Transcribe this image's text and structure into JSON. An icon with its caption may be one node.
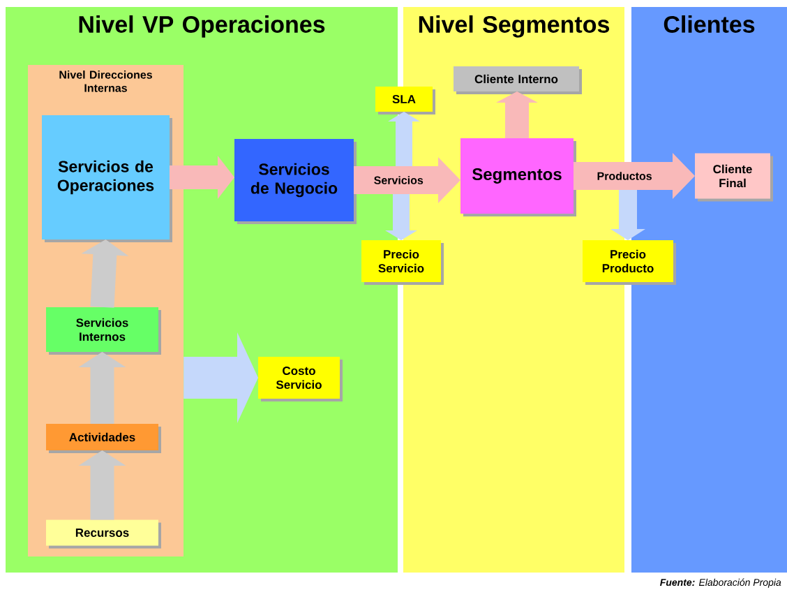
{
  "diagram": {
    "caption": "**Fuente:** Elaboración Propia",
    "nodes": [
      {
        "text": [
          "Nivel VP Operaciones"
        ]
      },
      {
        "text": [
          "Nivel Segmentos"
        ]
      },
      {
        "text": [
          "Clientes"
        ]
      },
      {
        "text": [
          "Nivel Direcciones Internas"
        ],
        "in": 0
      },
      {
        "text": [
          "Servicios de Operaciones"
        ],
        "in": 3
      },
      {
        "text": [
          "Servicios Internos"
        ],
        "in": 3
      },
      {
        "text": [
          "Actividades"
        ],
        "in": 3
      },
      {
        "text": [
          "Recursos"
        ],
        "in": 3
      },
      {
        "text": [
          "Servicios de Negocio"
        ],
        "in": 0
      },
      {
        "text": [
          "Costo Servicio"
        ],
        "in": 0
      },
      {
        "text": [
          "SLA"
        ]
      },
      {
        "text": [
          "Precio Servicio"
        ]
      },
      {
        "text": [
          "Cliente Interno"
        ],
        "in": 1
      },
      {
        "text": [
          "Segmentos"
        ],
        "in": 1
      },
      {
        "text": [
          "Cliente Final"
        ],
        "in": 2
      },
      {
        "text": [
          "Precio Producto"
        ]
      }
    ],
    "edges": [
      {
        "from": 4,
        "to": 8,
        "arrow": "to",
        "color": "#f9b9b9"
      },
      {
        "from": 8,
        "to": 13,
        "arrow": "to",
        "label": "Servicios",
        "color": "#f9b9b9"
      },
      {
        "from": 13,
        "to": 14,
        "arrow": "to",
        "label": "Productos",
        "color": "#f9b9b9"
      },
      {
        "from": 13,
        "to": 12,
        "arrow": "to",
        "color": "#f9b9b9"
      },
      {
        "from": 8,
        "to": 10,
        "arrow": "to",
        "color": "#c5d8fb"
      },
      {
        "from": 8,
        "to": 11,
        "arrow": "to",
        "color": "#c5d8fb"
      },
      {
        "from": 13,
        "to": 15,
        "arrow": "to",
        "color": "#c5d8fb"
      },
      {
        "from": 3,
        "to": 9,
        "arrow": "to",
        "color": "#c5d8fb"
      },
      {
        "from": 7,
        "to": 6,
        "arrow": "to",
        "color": "#cccccc"
      },
      {
        "from": 6,
        "to": 5,
        "arrow": "to",
        "color": "#cccccc"
      },
      {
        "from": 5,
        "to": 4,
        "arrow": "to",
        "color": "#cccccc"
      }
    ]
  }
}
